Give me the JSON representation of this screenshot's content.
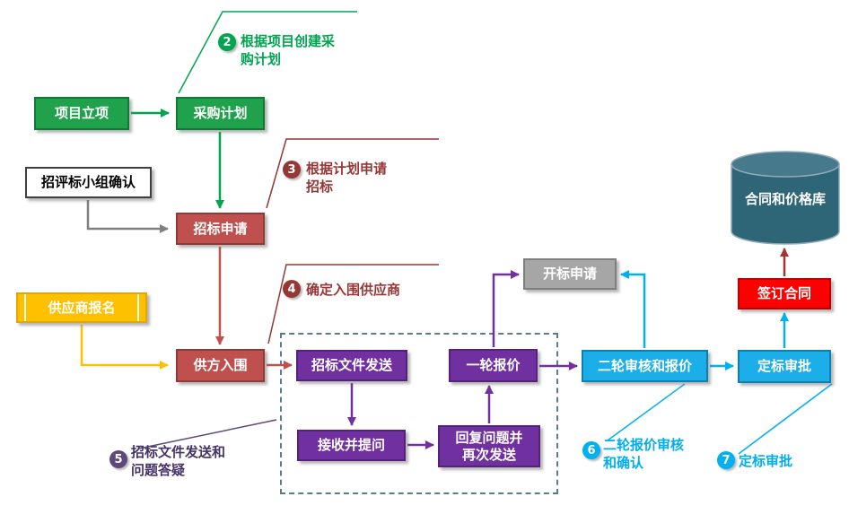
{
  "diagram": {
    "nodes": {
      "project_initiation": {
        "label": "项目立项",
        "color": "#1FA24B"
      },
      "procurement_plan": {
        "label": "采购计划",
        "color": "#1FA24B"
      },
      "bid_committee_confirm": {
        "label": "招评标小组确认",
        "color": "#FFFFFF"
      },
      "bid_application": {
        "label": "招标申请",
        "color": "#C0504D"
      },
      "supplier_registration": {
        "label": "供应商报名",
        "color": "#FFC000"
      },
      "supplier_shortlist": {
        "label": "供方入围",
        "color": "#C0504D"
      },
      "bid_doc_send": {
        "label": "招标文件发送",
        "color": "#7030A0"
      },
      "receive_and_question": {
        "label": "接收并提问",
        "color": "#7030A0"
      },
      "reply_and_resend": {
        "label": "回复问题并再次发送",
        "color": "#7030A0"
      },
      "first_round_quote": {
        "label": "一轮报价",
        "color": "#7030A0"
      },
      "bid_opening_application": {
        "label": "开标申请",
        "color": "#A6A6A6"
      },
      "second_round_review_quote": {
        "label": "二轮审核和报价",
        "color": "#1BAEE8"
      },
      "award_approval": {
        "label": "定标审批",
        "color": "#1BAEE8"
      },
      "sign_contract": {
        "label": "签订合同",
        "color": "#FE0000"
      },
      "contract_price_db": {
        "label": "合同和价格库",
        "color": "#2E6577"
      }
    },
    "annotations": {
      "a2": {
        "num": "2",
        "text": "根据项目创建采购计划",
        "color": "#00A550"
      },
      "a3": {
        "num": "3",
        "text": "根据计划申请招标",
        "color": "#953735"
      },
      "a4": {
        "num": "4",
        "text": "确定入围供应商",
        "color": "#953735"
      },
      "a5": {
        "num": "5",
        "text": "招标文件发送和问题答疑",
        "color": "#5F497A"
      },
      "a6": {
        "num": "6",
        "text": "二轮报价审核和确认",
        "color": "#00AEEF"
      },
      "a7": {
        "num": "7",
        "text": "定标审批",
        "color": "#00AEEF"
      }
    },
    "edges": [
      {
        "from": "project_initiation",
        "to": "procurement_plan"
      },
      {
        "from": "procurement_plan",
        "to": "bid_application"
      },
      {
        "from": "bid_committee_confirm",
        "to": "bid_application"
      },
      {
        "from": "bid_application",
        "to": "supplier_shortlist"
      },
      {
        "from": "supplier_registration",
        "to": "supplier_shortlist"
      },
      {
        "from": "supplier_shortlist",
        "to": "bid_doc_send"
      },
      {
        "from": "bid_doc_send",
        "to": "receive_and_question"
      },
      {
        "from": "receive_and_question",
        "to": "reply_and_resend"
      },
      {
        "from": "reply_and_resend",
        "to": "first_round_quote"
      },
      {
        "from": "first_round_quote",
        "to": "bid_opening_application"
      },
      {
        "from": "first_round_quote",
        "to": "second_round_review_quote"
      },
      {
        "from": "second_round_review_quote",
        "to": "bid_opening_application"
      },
      {
        "from": "second_round_review_quote",
        "to": "award_approval"
      },
      {
        "from": "award_approval",
        "to": "sign_contract"
      },
      {
        "from": "sign_contract",
        "to": "contract_price_db"
      }
    ],
    "dashed_group_members": [
      "bid_doc_send",
      "receive_and_question",
      "reply_and_resend",
      "first_round_quote"
    ]
  }
}
